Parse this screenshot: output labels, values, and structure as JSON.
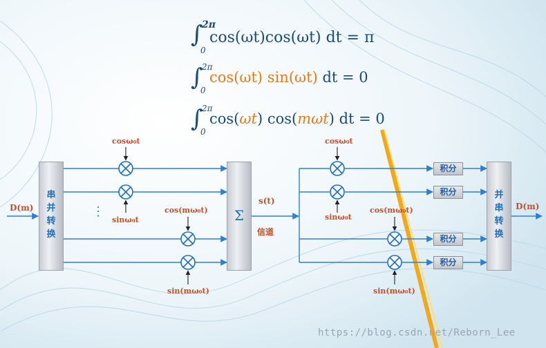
{
  "equations": {
    "eq1": {
      "upper": "2π",
      "lower": "0",
      "body": "cos(ωt)cos(ωt) dt = π"
    },
    "eq2": {
      "upper": "2π",
      "lower": "0",
      "part1": "cos(ωt) sin(ωt)",
      "part2": "dt = 0"
    },
    "eq3": {
      "upper": "2π",
      "lower": "0",
      "part1": "cos(",
      "part2": "ωt",
      "part3": ") cos(",
      "part4": "mωt",
      "part5": ")",
      "part6": "dt = 0"
    }
  },
  "blocks": {
    "serial_parallel": "串并转换",
    "parallel_serial": "并串转换",
    "sum_symbol": "Σ",
    "integrator": "积分"
  },
  "labels": {
    "input": "D(m)",
    "output": "D(m)",
    "st": "s(t)",
    "channel": "信道",
    "cos_w0": "cosω₀t",
    "sin_w0": "sinω₀t",
    "cos_mw0": "cos(mω₀t)",
    "sin_mw0": "sin(mω₀t)",
    "dots": "⋮"
  },
  "watermark": "https://blog.csdn.net/Reborn_Lee",
  "colors": {
    "line": "#2b7fd4",
    "label": "#c0502a",
    "accent": "#e07b1a"
  }
}
